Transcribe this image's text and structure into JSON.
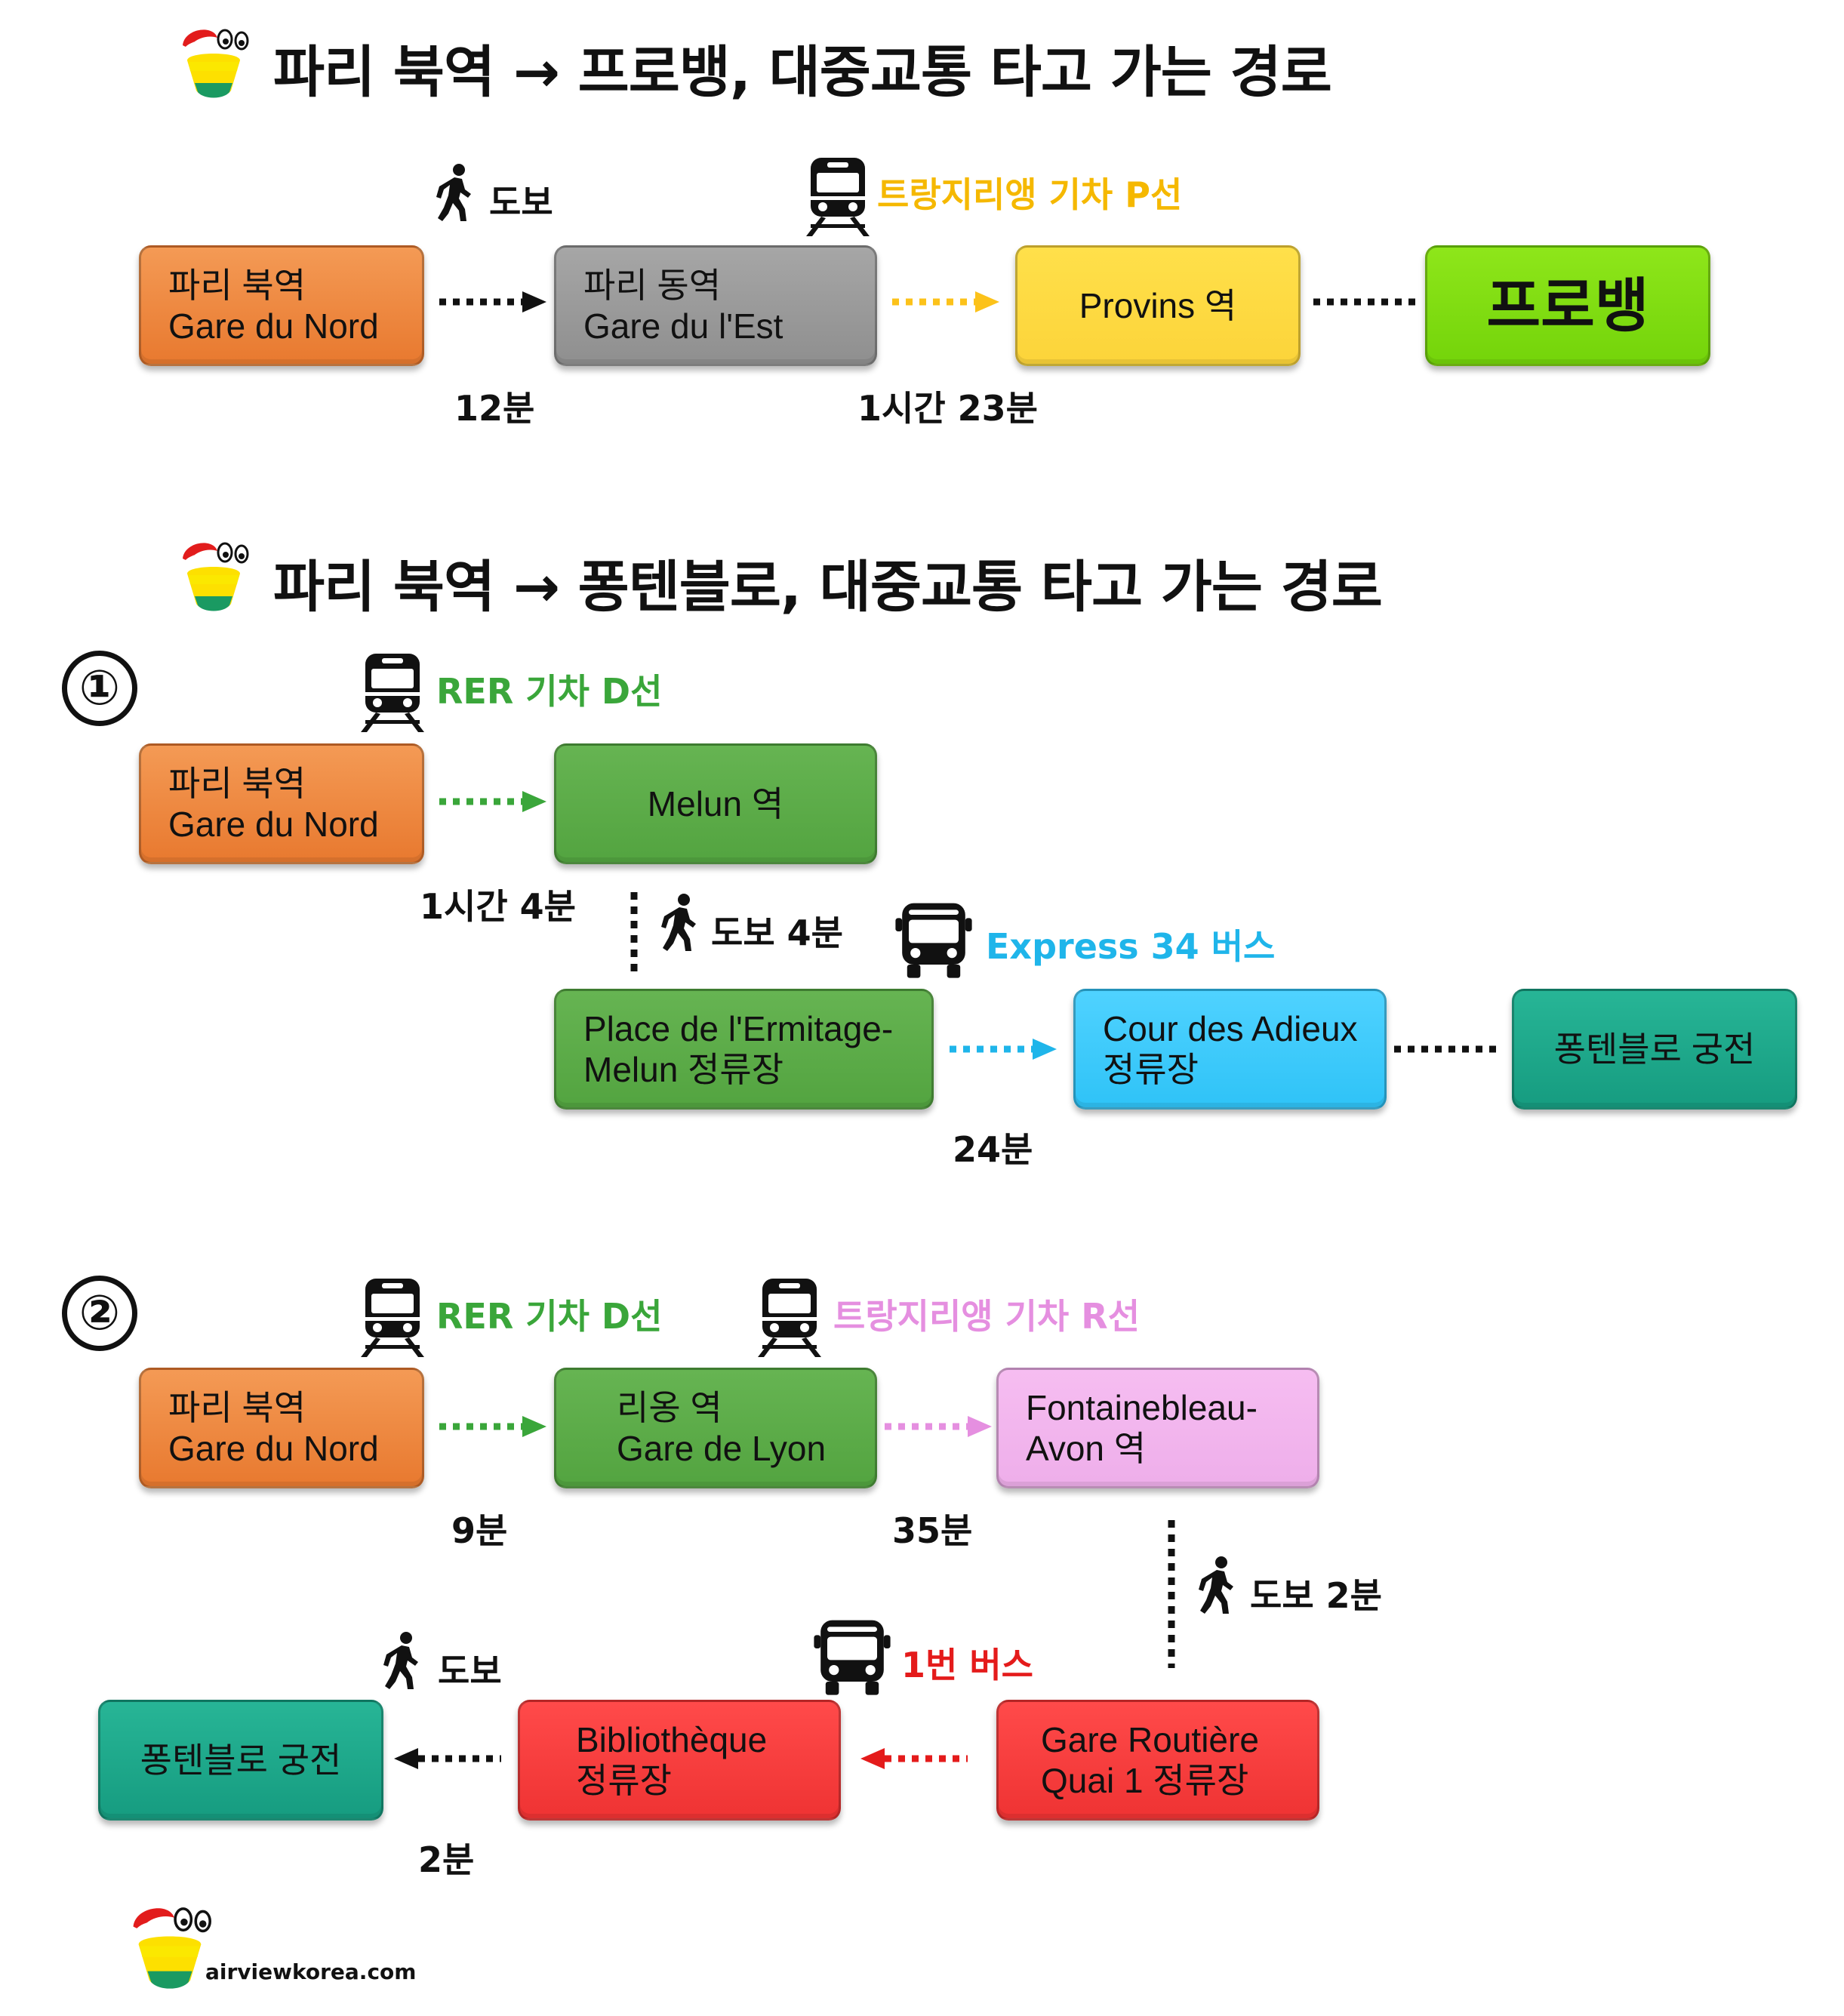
{
  "sections": {
    "provins": {
      "title": "파리 북역 → 프로뱅, 대중교통 타고 가는 경로",
      "boxes": {
        "nord": [
          "파리 북역",
          "Gare du Nord"
        ],
        "est": [
          "파리 동역",
          "Gare du  l'Est"
        ],
        "provins_station": "Provins 역",
        "provins": "프로뱅"
      },
      "labels": {
        "walk": "도보",
        "train": "트랑지리앵 기차 P선"
      },
      "durations": {
        "walk": "12분",
        "train": "1시간 23분"
      }
    },
    "fontainebleau": {
      "title": "파리 북역 → 퐁텐블로, 대중교통 타고 가는 경로",
      "route1": {
        "number": "①",
        "boxes": {
          "nord": [
            "파리 북역",
            "Gare du Nord"
          ],
          "melun": "Melun 역",
          "ermitage": [
            "Place de l'Ermitage-",
            "Melun 정류장"
          ],
          "adieux": [
            "Cour des Adieux",
            "정류장"
          ],
          "palace": "퐁텐블로 궁전"
        },
        "labels": {
          "rer": "RER 기차 D선",
          "walk": "도보 4분",
          "bus": "Express 34 버스"
        },
        "durations": {
          "rer": "1시간 4분",
          "bus": "24분"
        }
      },
      "route2": {
        "number": "②",
        "boxes": {
          "nord": [
            "파리 북역",
            "Gare du Nord"
          ],
          "lyon": [
            "리옹 역",
            "Gare de Lyon"
          ],
          "avon": [
            "Fontainebleau-",
            "Avon 역"
          ],
          "routiere": [
            "Gare Routière",
            "Quai 1 정류장"
          ],
          "biblio": [
            "Bibliothèque",
            "정류장"
          ],
          "palace": "퐁텐블로 궁전"
        },
        "labels": {
          "rer": "RER 기차 D선",
          "train": "트랑지리앵 기차 R선",
          "walk": "도보 2분",
          "bus": "1번 버스",
          "walk2": "도보"
        },
        "durations": {
          "rer": "9분",
          "train": "35분",
          "walk2": "2분"
        }
      }
    }
  },
  "footer": {
    "site": "airviewkorea.com"
  },
  "colors": {
    "orange": "#e8792f",
    "gray": "#8f8f8f",
    "yellow": "#fcd43a",
    "lime": "#74d40a",
    "green": "#53a440",
    "cyan": "#2fc3f7",
    "teal": "#169c80",
    "pink": "#eeaeea",
    "red": "#ef3333",
    "label_yellow": "#f5b800",
    "label_green": "#3aa63a",
    "label_cyan": "#1fb5ea",
    "label_pink": "#e58fe0",
    "label_red": "#e41b1b"
  },
  "icons": [
    "mascot-logo-icon",
    "walk-icon",
    "train-icon",
    "bus-icon",
    "arrow-icon"
  ]
}
